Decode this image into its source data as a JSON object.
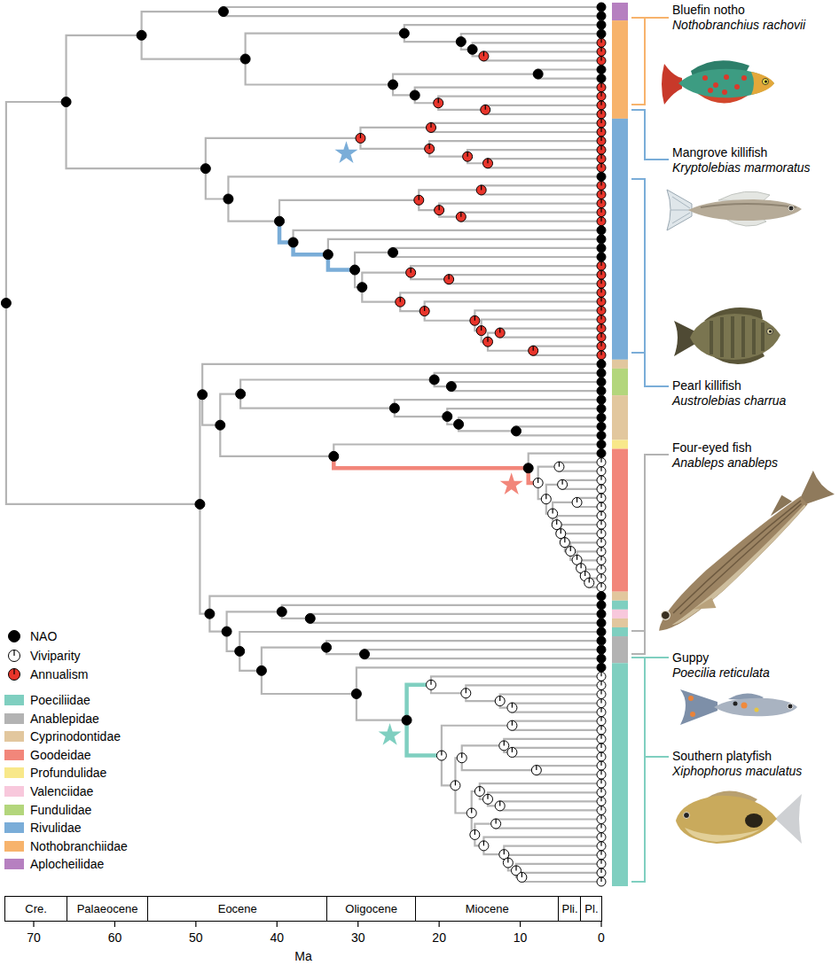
{
  "diagram": {
    "nodes": [
      {
        "text": [
          "Cre."
        ]
      },
      {
        "text": [
          "Palaeocene"
        ]
      },
      {
        "text": [
          "Eocene"
        ]
      },
      {
        "text": [
          "Oligocene"
        ]
      },
      {
        "text": [
          "Miocene"
        ]
      },
      {
        "text": [
          "Pli."
        ]
      },
      {
        "text": [
          "Pl."
        ]
      }
    ],
    "labels": [
      "Bluefin notho",
      "Nothobranchius rachovii",
      "Mangrove killifish",
      "Kryptolebias marmoratus",
      "Pearl killifish",
      "Austrolebias charrua",
      "Four-eyed fish",
      "Anableps anableps",
      "Guppy",
      "Poecilia reticulata",
      "Southern platyfish",
      "Xiphophorus maculatus",
      "70",
      "60",
      "50",
      "40",
      "30",
      "20",
      "10",
      "0",
      "Ma"
    ],
    "legend": [
      {
        "text": "NAO"
      },
      {
        "text": "Viviparity"
      },
      {
        "text": "Annualism"
      },
      {
        "text": "Poeciliidae",
        "color": "#7fcfc0"
      },
      {
        "text": "Anablepidae",
        "color": "#b3b3b3"
      },
      {
        "text": "Cyprinodontidae",
        "color": "#e2c79e"
      },
      {
        "text": "Goodeidae",
        "color": "#f2867a"
      },
      {
        "text": "Profundulidae",
        "color": "#f8e88a"
      },
      {
        "text": "Valenciidae",
        "color": "#f8c8dc"
      },
      {
        "text": "Fundulidae",
        "color": "#b3d67c"
      },
      {
        "text": "Rivulidae",
        "color": "#7aadd8"
      },
      {
        "text": "Nothobranchiidae",
        "color": "#f7b36c"
      },
      {
        "text": "Aplocheilidae",
        "color": "#b680c0"
      }
    ]
  }
}
